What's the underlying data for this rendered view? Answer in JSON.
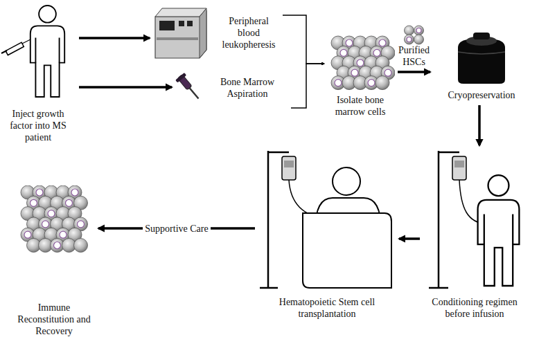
{
  "diagram": {
    "nodes": [
      {
        "text": [
          "Inject growth factor into MS patient"
        ]
      },
      {
        "text": [
          "Peripheral blood leukopheresis"
        ]
      },
      {
        "text": [
          "Bone Marrow Aspiration"
        ]
      },
      {
        "text": [
          "Isolate bone marrow cells"
        ]
      },
      {
        "text": [
          "Cryopreservation"
        ]
      },
      {
        "text": [
          "Conditioning regimen before infusion"
        ]
      },
      {
        "text": [
          "Hematopoietic Stem cell transplantation"
        ]
      },
      {
        "text": [
          "Immune Reconstitution and Recovery"
        ]
      }
    ],
    "edges": [
      {
        "from": 0,
        "to": 1,
        "arrow": "to"
      },
      {
        "from": 0,
        "to": 2,
        "arrow": "to"
      },
      {
        "from": 1,
        "to": 3,
        "arrow": "to"
      },
      {
        "from": 2,
        "to": 3,
        "arrow": "to"
      },
      {
        "from": 3,
        "to": 4,
        "label": "Purified HSCs",
        "arrow": "to"
      },
      {
        "from": 4,
        "to": 5,
        "arrow": "to"
      },
      {
        "from": 5,
        "to": 6,
        "arrow": "to"
      },
      {
        "from": 6,
        "to": 7,
        "label": "Supportive Care",
        "arrow": "to"
      }
    ]
  }
}
